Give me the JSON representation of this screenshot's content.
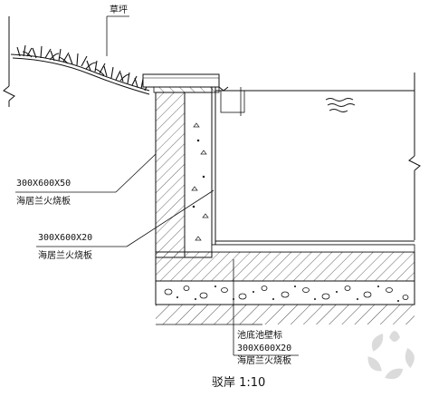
{
  "labels": {
    "lawn": "草坪",
    "callout_top_size": "300X600X50",
    "callout_top_material": "海居兰火烧板",
    "callout_mid_size": "300X600X20",
    "callout_mid_material": "海居兰火烧板",
    "callout_bottom_finish": "池底池壁标",
    "callout_bottom_size": "300X600X20",
    "callout_bottom_material": "海居兰火烧板",
    "title": "驳岸 1:10"
  },
  "colors": {
    "line": "#111111",
    "hatch": "#555555",
    "watermark": "#d8d8d8"
  }
}
